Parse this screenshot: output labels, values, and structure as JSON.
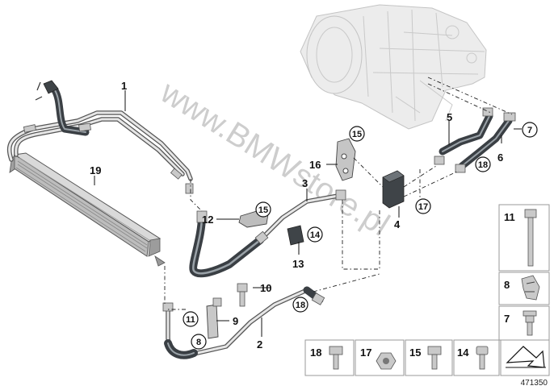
{
  "watermark": "www.BMWstore.pl",
  "part_number": "471350",
  "labels": {
    "p1": "1",
    "p2": "2",
    "p3": "3",
    "p4": "4",
    "p5": "5",
    "p6": "6",
    "p7": "7",
    "p8": "8",
    "p9": "9",
    "p10": "10",
    "p11": "11",
    "p12": "12",
    "p13": "13",
    "p14": "14",
    "p15": "15",
    "p16": "16",
    "p17": "17",
    "p18": "18",
    "p19": "19"
  },
  "legend_right": [
    {
      "num": "11",
      "icon": "long-bolt-icon"
    },
    {
      "num": "8",
      "icon": "clip-icon"
    },
    {
      "num": "7",
      "icon": "flange-bolt-icon"
    }
  ],
  "legend_bottom": [
    {
      "num": "18",
      "icon": "hex-bolt-icon"
    },
    {
      "num": "17",
      "icon": "hex-nut-icon"
    },
    {
      "num": "15",
      "icon": "hex-bolt-icon"
    },
    {
      "num": "14",
      "icon": "socket-bolt-icon"
    },
    {
      "num": "",
      "icon": "direction-arrow-icon"
    }
  ]
}
